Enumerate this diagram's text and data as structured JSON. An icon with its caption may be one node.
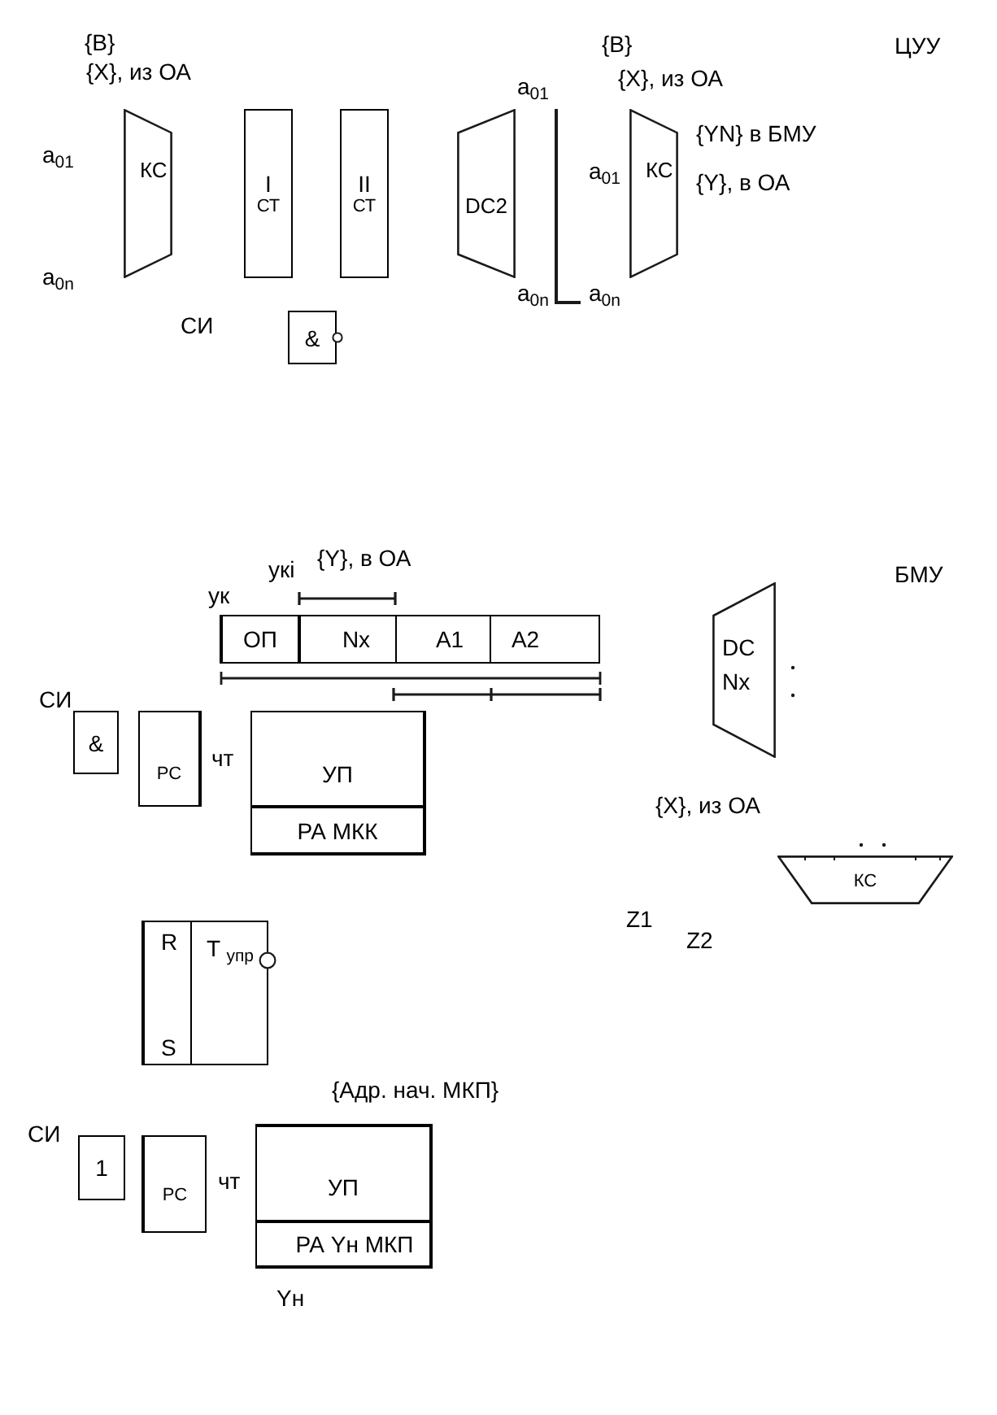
{
  "diagram": {
    "nodes": [
      {
        "text": [
          "КС"
        ]
      },
      {
        "text": [
          "I",
          "СТ"
        ]
      },
      {
        "text": [
          "II",
          "СТ"
        ]
      },
      {
        "text": [
          "DC2"
        ]
      },
      {
        "text": [
          "КС"
        ]
      },
      {
        "text": [
          "&"
        ]
      },
      {
        "text": [
          "ОП"
        ]
      },
      {
        "text": [
          "Nx"
        ]
      },
      {
        "text": [
          "A1"
        ]
      },
      {
        "text": [
          "A2"
        ]
      },
      {
        "text": [
          "DC Nx"
        ]
      },
      {
        "text": [
          "&"
        ]
      },
      {
        "text": [
          "РС"
        ]
      },
      {
        "text": [
          "УП"
        ]
      },
      {
        "text": [
          "РА МКК"
        ]
      },
      {
        "text": [
          "КС"
        ]
      },
      {
        "text": [
          "R",
          "T $_{упр}$",
          "S"
        ]
      },
      {
        "text": [
          "1"
        ]
      },
      {
        "text": [
          "РС"
        ]
      },
      {
        "text": [
          "УП"
        ]
      },
      {
        "text": [
          "РА Yн МКП"
        ]
      }
    ],
    "labels": [
      "{B}",
      "{X}, из ОА",
      "{B}",
      "ЦУУ",
      "{X}, из ОА",
      "a$_{01}$",
      "{YN} в БМУ",
      "a$_{01}$",
      "a$_{01}$",
      "{Y}, в ОА",
      "a$_{0n}$",
      "a$_{0n}$",
      "a$_{0n}$",
      "СИ",
      "{Y}, в ОА",
      "укi",
      "БМУ",
      "ук",
      "СИ",
      "чт",
      "{X}, из ОА",
      "Z1",
      "Z2",
      "{Адр. нач. МКП}",
      "СИ",
      "чт",
      "Yн"
    ]
  }
}
